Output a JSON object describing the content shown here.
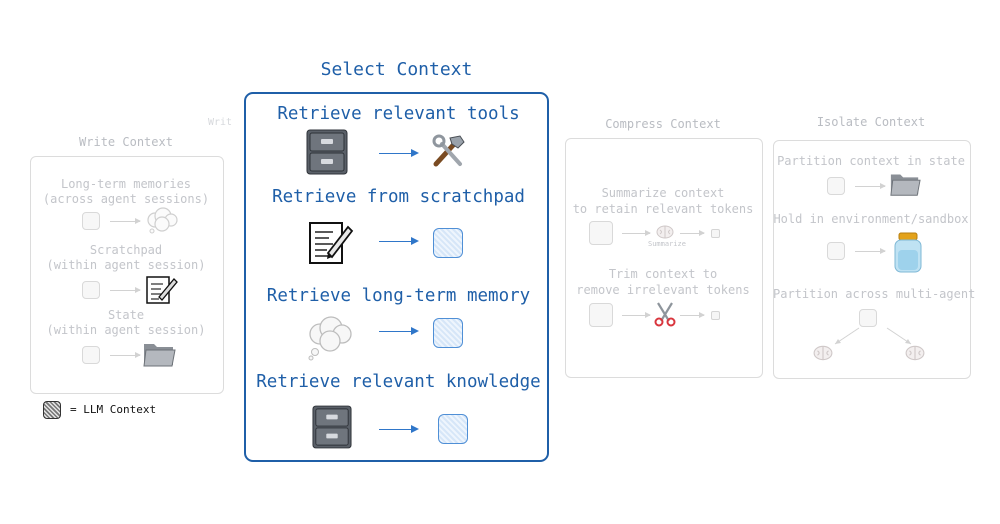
{
  "select": {
    "title": "Select Context",
    "items": [
      {
        "label": "Retrieve relevant tools",
        "source_icon": "file-cabinet-icon",
        "target_icon": "tools-icon"
      },
      {
        "label": "Retrieve from scratchpad",
        "source_icon": "memo-pencil-icon",
        "target_icon": "llm-context-icon"
      },
      {
        "label": "Retrieve long-term memory",
        "source_icon": "thought-cloud-icon",
        "target_icon": "llm-context-icon"
      },
      {
        "label": "Retrieve relevant knowledge",
        "source_icon": "file-cabinet-icon",
        "target_icon": "llm-context-icon"
      }
    ]
  },
  "write": {
    "title": "Write Context",
    "peek": "Writ",
    "items": [
      {
        "label_line1": "Long-term memories",
        "label_line2": "(across agent sessions)",
        "icon": "thought-cloud-icon"
      },
      {
        "label_line1": "Scratchpad",
        "label_line2": "(within agent session)",
        "icon": "memo-pencil-icon"
      },
      {
        "label_line1": "State",
        "label_line2": "(within agent session)",
        "icon": "folder-icon"
      }
    ]
  },
  "compress": {
    "title": "Compress Context",
    "items": [
      {
        "label_line1": "Summarize context",
        "label_line2": "to retain relevant tokens",
        "caption": "Summarize",
        "icon": "brain-icon"
      },
      {
        "label_line1": "Trim context to",
        "label_line2": "remove irrelevant tokens",
        "icon": "scissors-icon"
      }
    ]
  },
  "isolate": {
    "title": "Isolate Context",
    "items": [
      {
        "label": "Partition context in state",
        "icon": "folder-icon"
      },
      {
        "label": "Hold in environment/sandbox",
        "icon": "jar-icon"
      },
      {
        "label": "Partition across multi-agent",
        "icon": "brain-icon"
      }
    ]
  },
  "legend": {
    "label": "= LLM Context",
    "icon": "llm-context-icon"
  },
  "colors": {
    "accent": "#1f5fa8",
    "faded": "#c3c5ca",
    "border": "#dcdcdc"
  }
}
